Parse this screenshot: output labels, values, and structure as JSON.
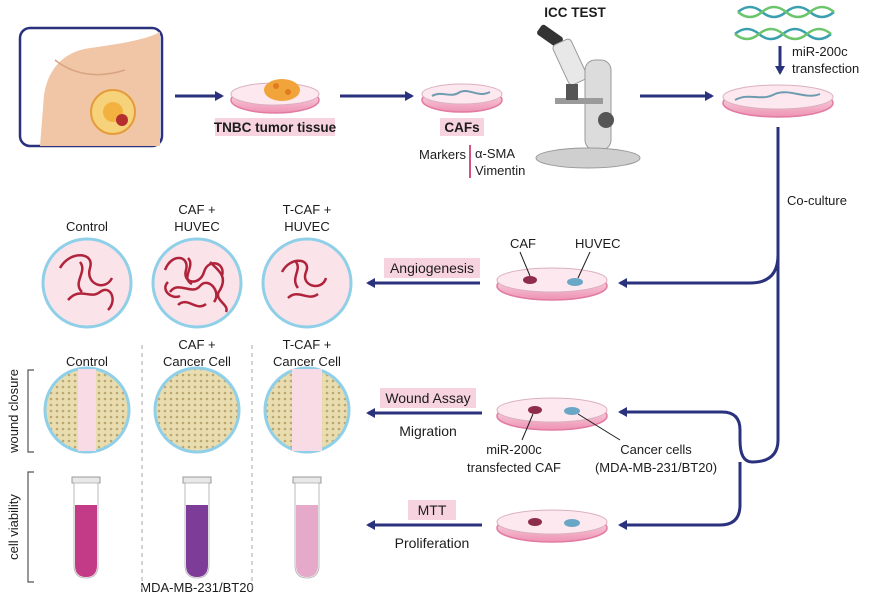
{
  "top_row": {
    "tissue_label": "TNBC tumor tissue",
    "cafs_label": "CAFs",
    "markers_label": "Markers",
    "marker_1": "α-SMA",
    "marker_2": "Vimentin",
    "icc_label": "ICC TEST",
    "transfection_line1": "miR-200c",
    "transfection_line2": "transfection"
  },
  "coculture_label": "Co-culture",
  "angiogenesis": {
    "tag": "Angiogenesis",
    "caf_label": "CAF",
    "huvec_label": "HUVEC",
    "dish_titles": [
      [
        "Control"
      ],
      [
        "CAF +",
        "HUVEC"
      ],
      [
        "T-CAF +",
        "HUVEC"
      ]
    ]
  },
  "migration": {
    "tag": "Wound Assay",
    "sub": "Migration",
    "dish_titles": [
      [
        "Control"
      ],
      [
        "CAF +",
        "Cancer Cell"
      ],
      [
        "T-CAF +",
        "Cancer Cell"
      ]
    ],
    "transfected_line1": "miR-200c",
    "transfected_line2": "transfected CAF",
    "cancer_line1": "Cancer cells",
    "cancer_line2": "(MDA-MB-231/BT20)"
  },
  "proliferation": {
    "tag": "MTT",
    "sub": "Proliferation",
    "bottom_label": "MDA-MB-231/BT20"
  },
  "axis_labels": {
    "wound": "wound closure",
    "viability": "cell viability"
  },
  "colors": {
    "arrow": "#2a327e",
    "tag_bg": "#f7d3df",
    "dish_pink": "#f3a6bf",
    "vessel": "#b0243b",
    "tube_1": "#c33a86",
    "tube_2": "#7d3c98",
    "tube_3": "#e5a9c9"
  }
}
